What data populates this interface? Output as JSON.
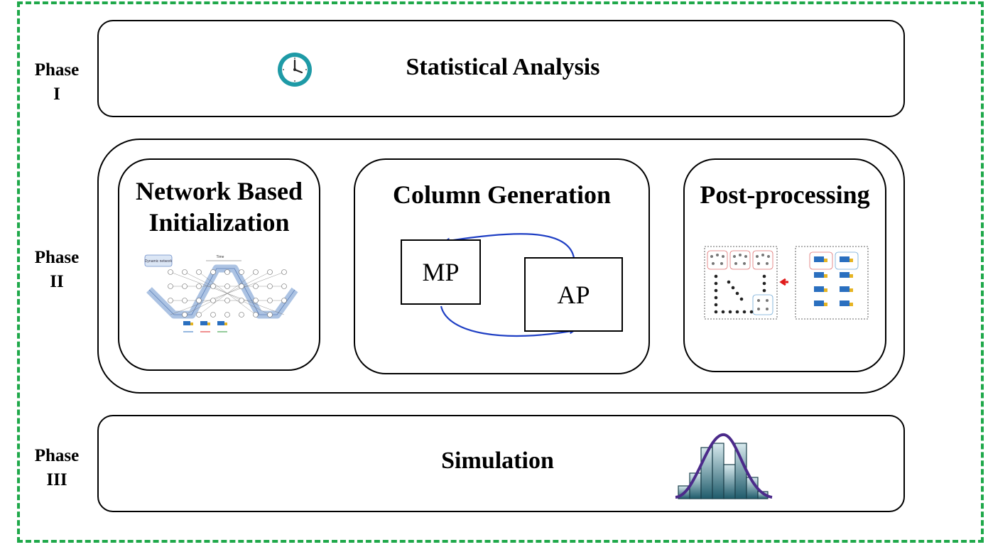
{
  "phases": [
    {
      "line1": "Phase",
      "line2": "I"
    },
    {
      "line1": "Phase",
      "line2": "II"
    },
    {
      "line1": "Phase",
      "line2": "III"
    }
  ],
  "phase1": {
    "title": "Statistical Analysis",
    "icon": "clock-icon"
  },
  "phase2": {
    "network": {
      "title_line1": "Network Based",
      "title_line2": "Initialization",
      "thumb_tag": "Dynamic network",
      "thumb_time_label": "Time"
    },
    "column_generation": {
      "title": "Column Generation",
      "mp_label": "MP",
      "ap_label": "AP"
    },
    "post_processing": {
      "title": "Post-processing"
    }
  },
  "phase3": {
    "title": "Simulation",
    "icon": "histogram-icon"
  },
  "colors": {
    "frame": "#1fa84a",
    "arrow": "#1f3fc4",
    "clock_ring": "#1e9aa6",
    "bell_curve": "#4b2a8a",
    "post_arrow": "#e01b1b"
  }
}
